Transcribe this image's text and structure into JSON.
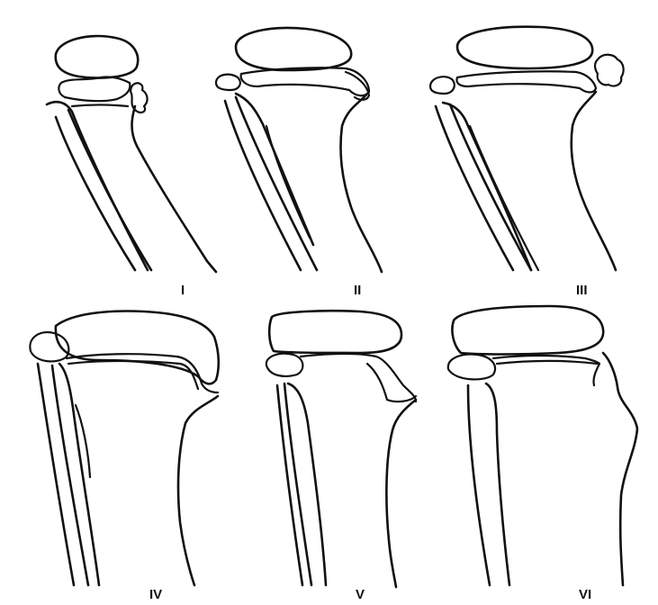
{
  "figure": {
    "panels": [
      {
        "label": "I"
      },
      {
        "label": "II"
      },
      {
        "label": "III"
      },
      {
        "label": "IV"
      },
      {
        "label": "V"
      },
      {
        "label": "VI"
      }
    ]
  },
  "colors": {
    "background": "#ffffff",
    "line": "#111111"
  }
}
